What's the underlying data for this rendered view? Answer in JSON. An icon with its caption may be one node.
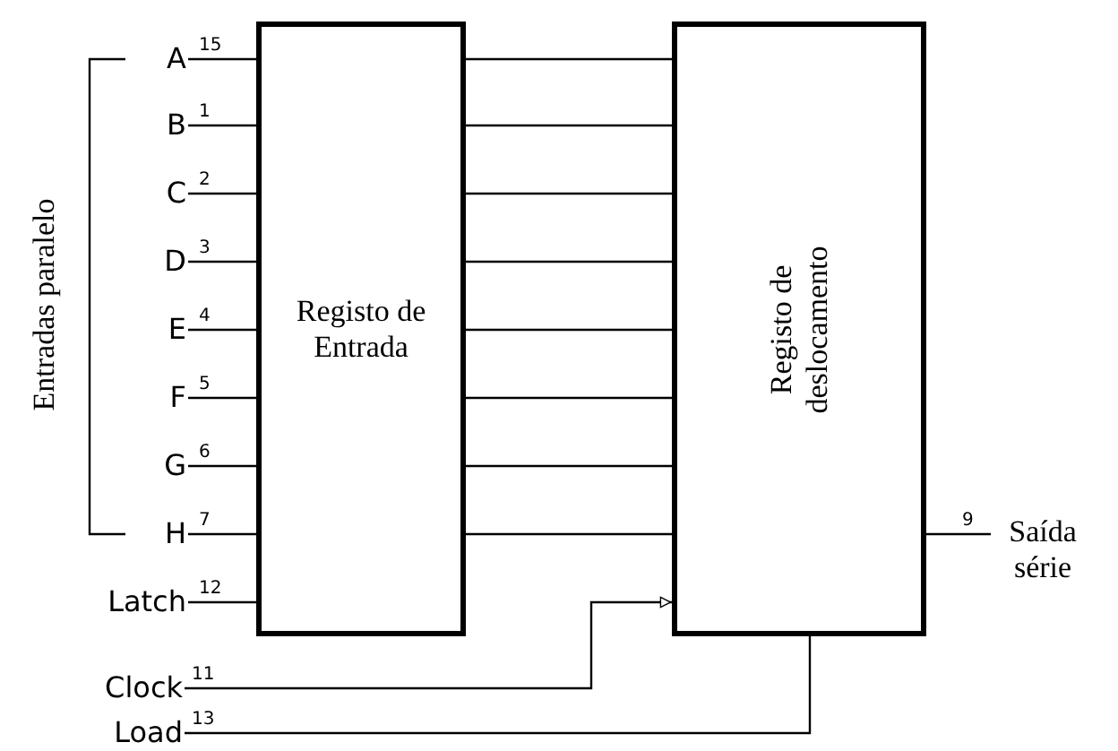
{
  "diagram": {
    "nodes": [
      {
        "text": [
          "Registo de Entrada"
        ]
      },
      {
        "text": [
          "Registo de deslocamento"
        ]
      },
      {
        "text": [
          "A"
        ]
      },
      {
        "text": [
          "B"
        ]
      },
      {
        "text": [
          "C"
        ]
      },
      {
        "text": [
          "D"
        ]
      },
      {
        "text": [
          "E"
        ]
      },
      {
        "text": [
          "F"
        ]
      },
      {
        "text": [
          "G"
        ]
      },
      {
        "text": [
          "H"
        ]
      },
      {
        "text": [
          "Latch"
        ]
      },
      {
        "text": [
          "Clock"
        ]
      },
      {
        "text": [
          "Load"
        ]
      },
      {
        "text": [
          "Saída série"
        ]
      }
    ],
    "edges": [
      {
        "from": 2,
        "to": 0,
        "arrow": "none",
        "label": "15"
      },
      {
        "from": 3,
        "to": 0,
        "arrow": "none",
        "label": "1"
      },
      {
        "from": 4,
        "to": 0,
        "arrow": "none",
        "label": "2"
      },
      {
        "from": 5,
        "to": 0,
        "arrow": "none",
        "label": "3"
      },
      {
        "from": 6,
        "to": 0,
        "arrow": "none",
        "label": "4"
      },
      {
        "from": 7,
        "to": 0,
        "arrow": "none",
        "label": "5"
      },
      {
        "from": 8,
        "to": 0,
        "arrow": "none",
        "label": "6"
      },
      {
        "from": 9,
        "to": 0,
        "arrow": "none",
        "label": "7"
      },
      {
        "from": 10,
        "to": 0,
        "arrow": "none",
        "label": "12"
      },
      {
        "from": 0,
        "to": 1,
        "arrow": "none"
      },
      {
        "from": 0,
        "to": 1,
        "arrow": "none"
      },
      {
        "from": 0,
        "to": 1,
        "arrow": "none"
      },
      {
        "from": 0,
        "to": 1,
        "arrow": "none"
      },
      {
        "from": 0,
        "to": 1,
        "arrow": "none"
      },
      {
        "from": 0,
        "to": 1,
        "arrow": "none"
      },
      {
        "from": 0,
        "to": 1,
        "arrow": "none"
      },
      {
        "from": 0,
        "to": 1,
        "arrow": "none"
      },
      {
        "from": 11,
        "to": 1,
        "arrow": "to",
        "label": "11"
      },
      {
        "from": 12,
        "to": 1,
        "arrow": "none",
        "label": "13"
      },
      {
        "from": 1,
        "to": 13,
        "arrow": "none",
        "label": "9"
      }
    ],
    "labels": [
      "Entradas paralelo"
    ]
  }
}
